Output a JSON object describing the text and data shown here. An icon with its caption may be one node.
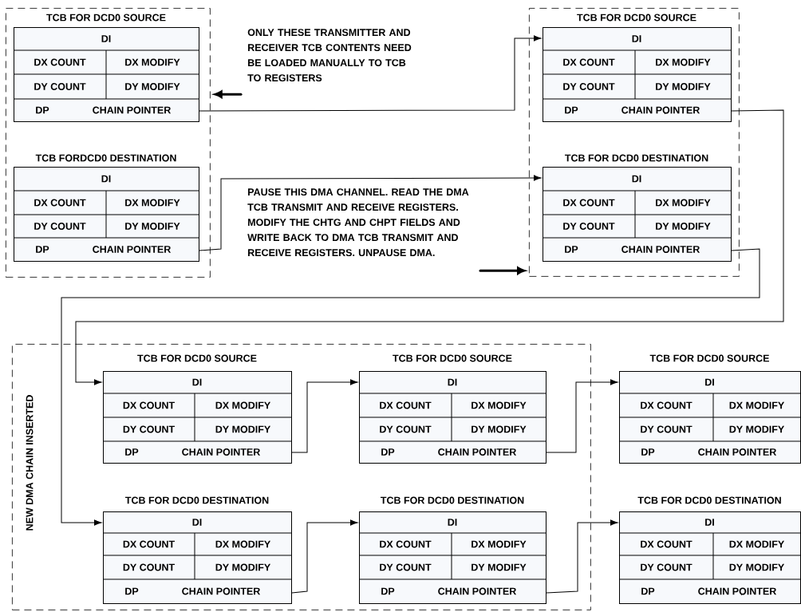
{
  "diagram": {
    "nodes": [
      {
        "text": [],
        "shape": "box"
      },
      {
        "text": [
          "TCB FOR DCD0 SOURCE",
          "DI",
          "DX COUNT",
          "DX MODIFY",
          "DY COUNT",
          "DY MODIFY",
          "DP",
          "CHAIN POINTER"
        ],
        "in": 0
      },
      {
        "text": [
          "TCB FORDCD0 DESTINATION",
          "DI",
          "DX COUNT",
          "DX MODIFY",
          "DY COUNT",
          "DY MODIFY",
          "DP",
          "CHAIN POINTER"
        ],
        "in": 0
      },
      {
        "text": [],
        "shape": "box"
      },
      {
        "text": [
          "TCB FOR DCD0 SOURCE",
          "DI",
          "DX COUNT",
          "DX MODIFY",
          "DY COUNT",
          "DY MODIFY",
          "DP",
          "CHAIN POINTER"
        ],
        "in": 3
      },
      {
        "text": [
          "TCB FOR DCD0 DESTINATION",
          "DI",
          "DX COUNT",
          "DX MODIFY",
          "DY COUNT",
          "DY MODIFY",
          "DP",
          "CHAIN POINTER"
        ],
        "in": 3
      },
      {
        "text": [
          "NEW DMA CHAIN INSERTED"
        ]
      },
      {
        "text": [
          "TCB FOR DCD0 SOURCE",
          "DI",
          "DX COUNT",
          "DX MODIFY",
          "DY COUNT",
          "DY MODIFY",
          "DP",
          "CHAIN POINTER"
        ],
        "in": 6
      },
      {
        "text": [
          "TCB FOR DCD0 DESTINATION",
          "DI",
          "DX COUNT",
          "DX MODIFY",
          "DY COUNT",
          "DY MODIFY",
          "DP",
          "CHAIN POINTER"
        ],
        "in": 6
      },
      {
        "text": [
          "TCB FOR DCD0 SOURCE",
          "DI",
          "DX COUNT",
          "DX MODIFY",
          "DY COUNT",
          "DY MODIFY",
          "DP",
          "CHAIN POINTER"
        ],
        "in": 6
      },
      {
        "text": [
          "TCB FOR DCD0 DESTINATION",
          "DI",
          "DX COUNT",
          "DX MODIFY",
          "DY COUNT",
          "DY MODIFY",
          "DP",
          "CHAIN POINTER"
        ],
        "in": 6
      },
      {
        "text": [
          "TCB FOR DCD0 SOURCE",
          "DI",
          "DX COUNT",
          "DX MODIFY",
          "DY COUNT",
          "DY MODIFY",
          "DP",
          "CHAIN POINTER"
        ]
      },
      {
        "text": [
          "TCB FOR DCD0 DESTINATION",
          "DI",
          "DX COUNT",
          "DX MODIFY",
          "DY COUNT",
          "DY MODIFY",
          "DP",
          "CHAIN POINTER"
        ]
      },
      {
        "text": [
          "ONLY THESE TRANSMITTER AND RECEIVER TCB CONTENTS NEED BE LOADED MANUALLY TO TCB TO REGISTERS"
        ]
      },
      {
        "text": [
          "PAUSE THIS DMA CHANNEL. READ THE DMA TCB TRANSMIT AND RECEIVE REGISTERS. MODIFY THE CHTG AND CHPT FIELDS  AND WRITE BACK TO DMA TCB TRANSMIT AND RECEIVE REGISTERS. UNPAUSE DMA."
        ]
      }
    ],
    "edges": [
      {
        "from": 1,
        "to": 4,
        "arrow": "to"
      },
      {
        "from": 2,
        "to": 5,
        "arrow": "to"
      },
      {
        "from": 4,
        "to": 7,
        "arrow": "to"
      },
      {
        "from": 5,
        "to": 8,
        "arrow": "to"
      },
      {
        "from": 7,
        "to": 9,
        "arrow": "to"
      },
      {
        "from": 8,
        "to": 10,
        "arrow": "to"
      },
      {
        "from": 9,
        "to": 11,
        "arrow": "to"
      },
      {
        "from": 10,
        "to": 12,
        "arrow": "to"
      },
      {
        "from": 13,
        "to": 0,
        "arrow": "to",
        "style": "thick"
      },
      {
        "from": 14,
        "to": 3,
        "arrow": "to",
        "style": "thick"
      }
    ]
  }
}
